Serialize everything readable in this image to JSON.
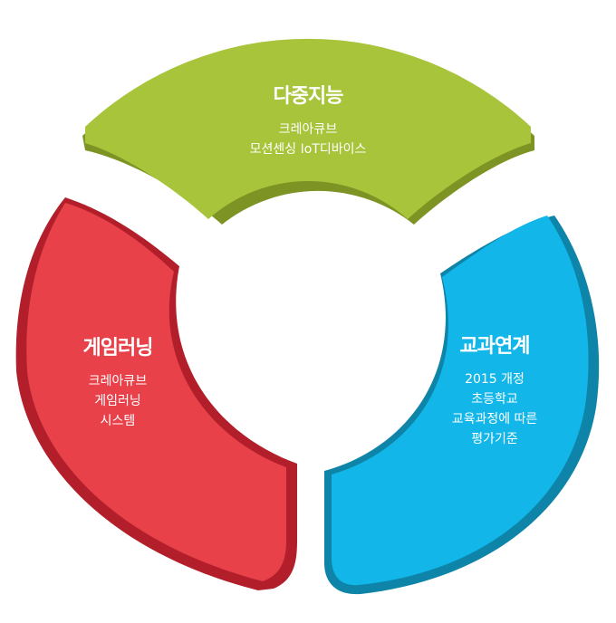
{
  "colors": {
    "top_face": "#a8c43a",
    "top_edge": "#7d9425",
    "left_face": "#e8414a",
    "left_edge": "#b21f2a",
    "right_face": "#12b6e8",
    "right_edge": "#0d84a8"
  },
  "segments": {
    "top": {
      "title": "다중지능",
      "lines": [
        "크레아큐브",
        "모션센싱 IoT디바이스"
      ]
    },
    "left": {
      "title": "게임러닝",
      "lines": [
        "크레아큐브",
        "게임러닝",
        "시스템"
      ]
    },
    "right": {
      "title": "교과연계",
      "lines": [
        "2015 개정",
        "초등학교",
        "교육과정에 따른",
        "평가기준"
      ]
    }
  }
}
